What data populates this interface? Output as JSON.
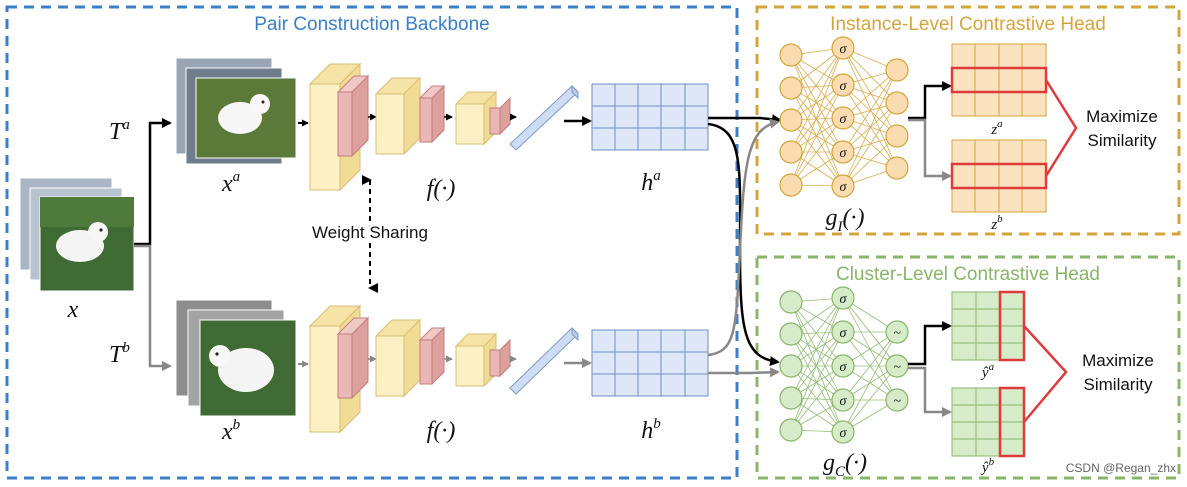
{
  "sections": {
    "backbone_title": "Pair Construction Backbone",
    "instance_head_title": "Instance-Level Contrastive Head",
    "cluster_head_title": "Cluster-Level Contrastive Head"
  },
  "labels": {
    "x": "x",
    "xa": "x",
    "xa_sup": "a",
    "xb": "x",
    "xb_sup": "b",
    "Ta": "T",
    "Ta_sup": "a",
    "Tb": "T",
    "Tb_sup": "b",
    "f_top": "f(·)",
    "f_bottom": "f(·)",
    "ha": "h",
    "ha_sup": "a",
    "hb": "h",
    "hb_sup": "b",
    "gI": "g",
    "gI_sub": "I",
    "gI_arg": "(·)",
    "gC": "g",
    "gC_sub": "C",
    "gC_arg": "(·)",
    "za": "z",
    "za_sup": "a",
    "zb": "z",
    "zb_sup": "b",
    "ya": "ŷ",
    "ya_sup": "a",
    "yb": "ŷ",
    "yb_sup": "b",
    "sigma": "σ",
    "tilde": "~",
    "weight_sharing": "Weight Sharing",
    "maximize_1a": "Maximize",
    "maximize_1b": "Similarity",
    "maximize_2a": "Maximize",
    "maximize_2b": "Similarity",
    "watermark": "CSDN @Regan_zhx"
  },
  "colors": {
    "blue_section": "#3c7fc6",
    "orange_section": "#d4a53a",
    "green_section": "#8ab56a",
    "cube_yellow": "#fdf0c4",
    "cube_red": "#e9b7b5",
    "grid_blue": "#dde7f8",
    "red_highlight": "#e03a3a"
  }
}
